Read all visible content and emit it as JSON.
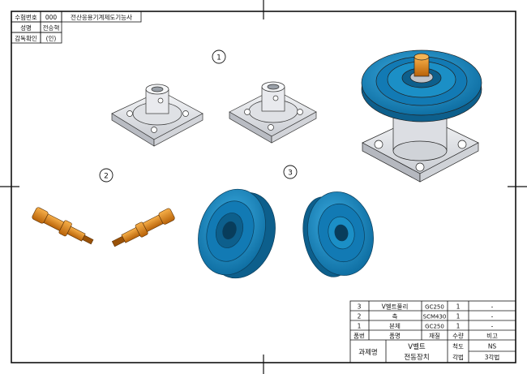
{
  "header": {
    "rows": [
      {
        "label": "수험번호",
        "value": "000",
        "extra": "전산응용기계제도기능사"
      },
      {
        "label": "성명",
        "value": "전승혁"
      },
      {
        "label": "감독확인",
        "value": "(인)"
      }
    ]
  },
  "balloons": {
    "one": "1",
    "two": "2",
    "three": "3"
  },
  "title_block": {
    "header": {
      "no": "품번",
      "name": "품명",
      "material": "재질",
      "qty": "수량",
      "remark": "비고"
    },
    "parts": [
      {
        "no": "3",
        "name": "V벨트풀리",
        "material": "GC250",
        "qty": "1",
        "remark": "-"
      },
      {
        "no": "2",
        "name": "축",
        "material": "SCM430",
        "qty": "1",
        "remark": "-"
      },
      {
        "no": "1",
        "name": "본체",
        "material": "GC250",
        "qty": "1",
        "remark": "-"
      }
    ],
    "project_label": "과제명",
    "project_name_line1": "V벨트",
    "project_name_line2": "전동장치",
    "scale_label": "척도",
    "scale_value": "NS",
    "projection_label": "각법",
    "projection_value": "3각법"
  },
  "colors": {
    "pulley_blue": "#1b8fc6",
    "pulley_dark": "#0d5f8c",
    "shaft_orange": "#e58a1a",
    "shaft_dark": "#8a4a08",
    "body_gray": "#e6e7ea",
    "line": "#111111"
  }
}
